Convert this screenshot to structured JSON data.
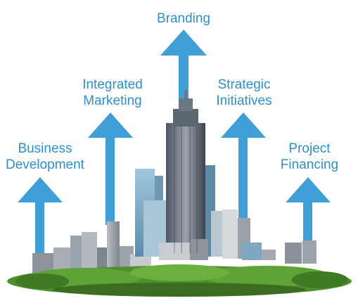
{
  "diagram": {
    "accent_color": "#3f9fd6",
    "labels": {
      "branding": [
        "Branding"
      ],
      "integrated_marketing": [
        "Integrated",
        "Marketing"
      ],
      "strategic_initiatives": [
        "Strategic",
        "Initiatives"
      ],
      "business_development": [
        "Business",
        "Development"
      ],
      "project_financing": [
        "Project",
        "Financing"
      ]
    },
    "central_image": "city-skyline-with-trees"
  }
}
